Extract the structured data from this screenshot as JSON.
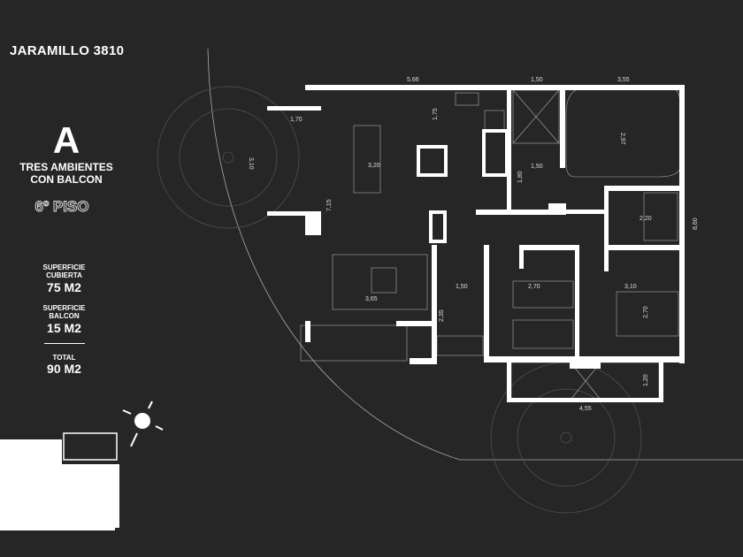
{
  "header": {
    "title": "JARAMILLO 3810"
  },
  "unit": {
    "letter": "A",
    "type_line1": "TRES AMBIENTES",
    "type_line2": "CON BALCON",
    "floor": "6º PISO"
  },
  "areas": {
    "covered_label1": "SUPERFICIE",
    "covered_label2": "CUBIERTA",
    "covered_value": "75 M2",
    "balcony_label1": "SUPERFICIE",
    "balcony_label2": "BALCON",
    "balcony_value": "15 M2",
    "total_label": "TOTAL",
    "total_value": "90 M2"
  },
  "dimensions": {
    "top_1": "5,66",
    "top_2": "1,50",
    "top_3": "3,55",
    "balcony_w": "1,70",
    "balcony_h": "3,10",
    "dining": "3,20",
    "kitchen": "1,75",
    "height_total": "7,15",
    "living": "3,65",
    "hall_w": "1,50",
    "hall_h": "1,80",
    "master_bath": "2,20",
    "closet": "2,97",
    "right_total": "8,60",
    "bath": "1,50",
    "bath_h": "2,35",
    "bedroom1": "2,70",
    "bedroom2_w": "3,10",
    "bedroom2_h": "2,70",
    "front_balcony_w": "4,55",
    "front_balcony_h": "1,20"
  },
  "colors": {
    "background": "#262626",
    "walls": "#ffffff",
    "lines": "#bdbdbd"
  }
}
